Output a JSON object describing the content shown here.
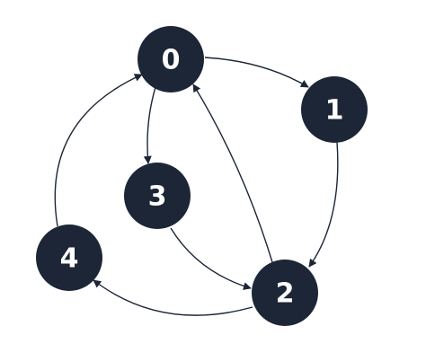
{
  "graph": {
    "colors": {
      "node_fill": "#1c2637",
      "node_text": "#ffffff",
      "edge": "#1c2637",
      "background": "#ffffff"
    },
    "nodes": [
      {
        "id": "0",
        "label": "0"
      },
      {
        "id": "1",
        "label": "1"
      },
      {
        "id": "2",
        "label": "2"
      },
      {
        "id": "3",
        "label": "3"
      },
      {
        "id": "4",
        "label": "4"
      }
    ],
    "edges": [
      {
        "from": "0",
        "to": "1"
      },
      {
        "from": "0",
        "to": "3"
      },
      {
        "from": "1",
        "to": "2"
      },
      {
        "from": "3",
        "to": "2"
      },
      {
        "from": "2",
        "to": "0"
      },
      {
        "from": "2",
        "to": "4"
      },
      {
        "from": "4",
        "to": "0"
      }
    ]
  }
}
